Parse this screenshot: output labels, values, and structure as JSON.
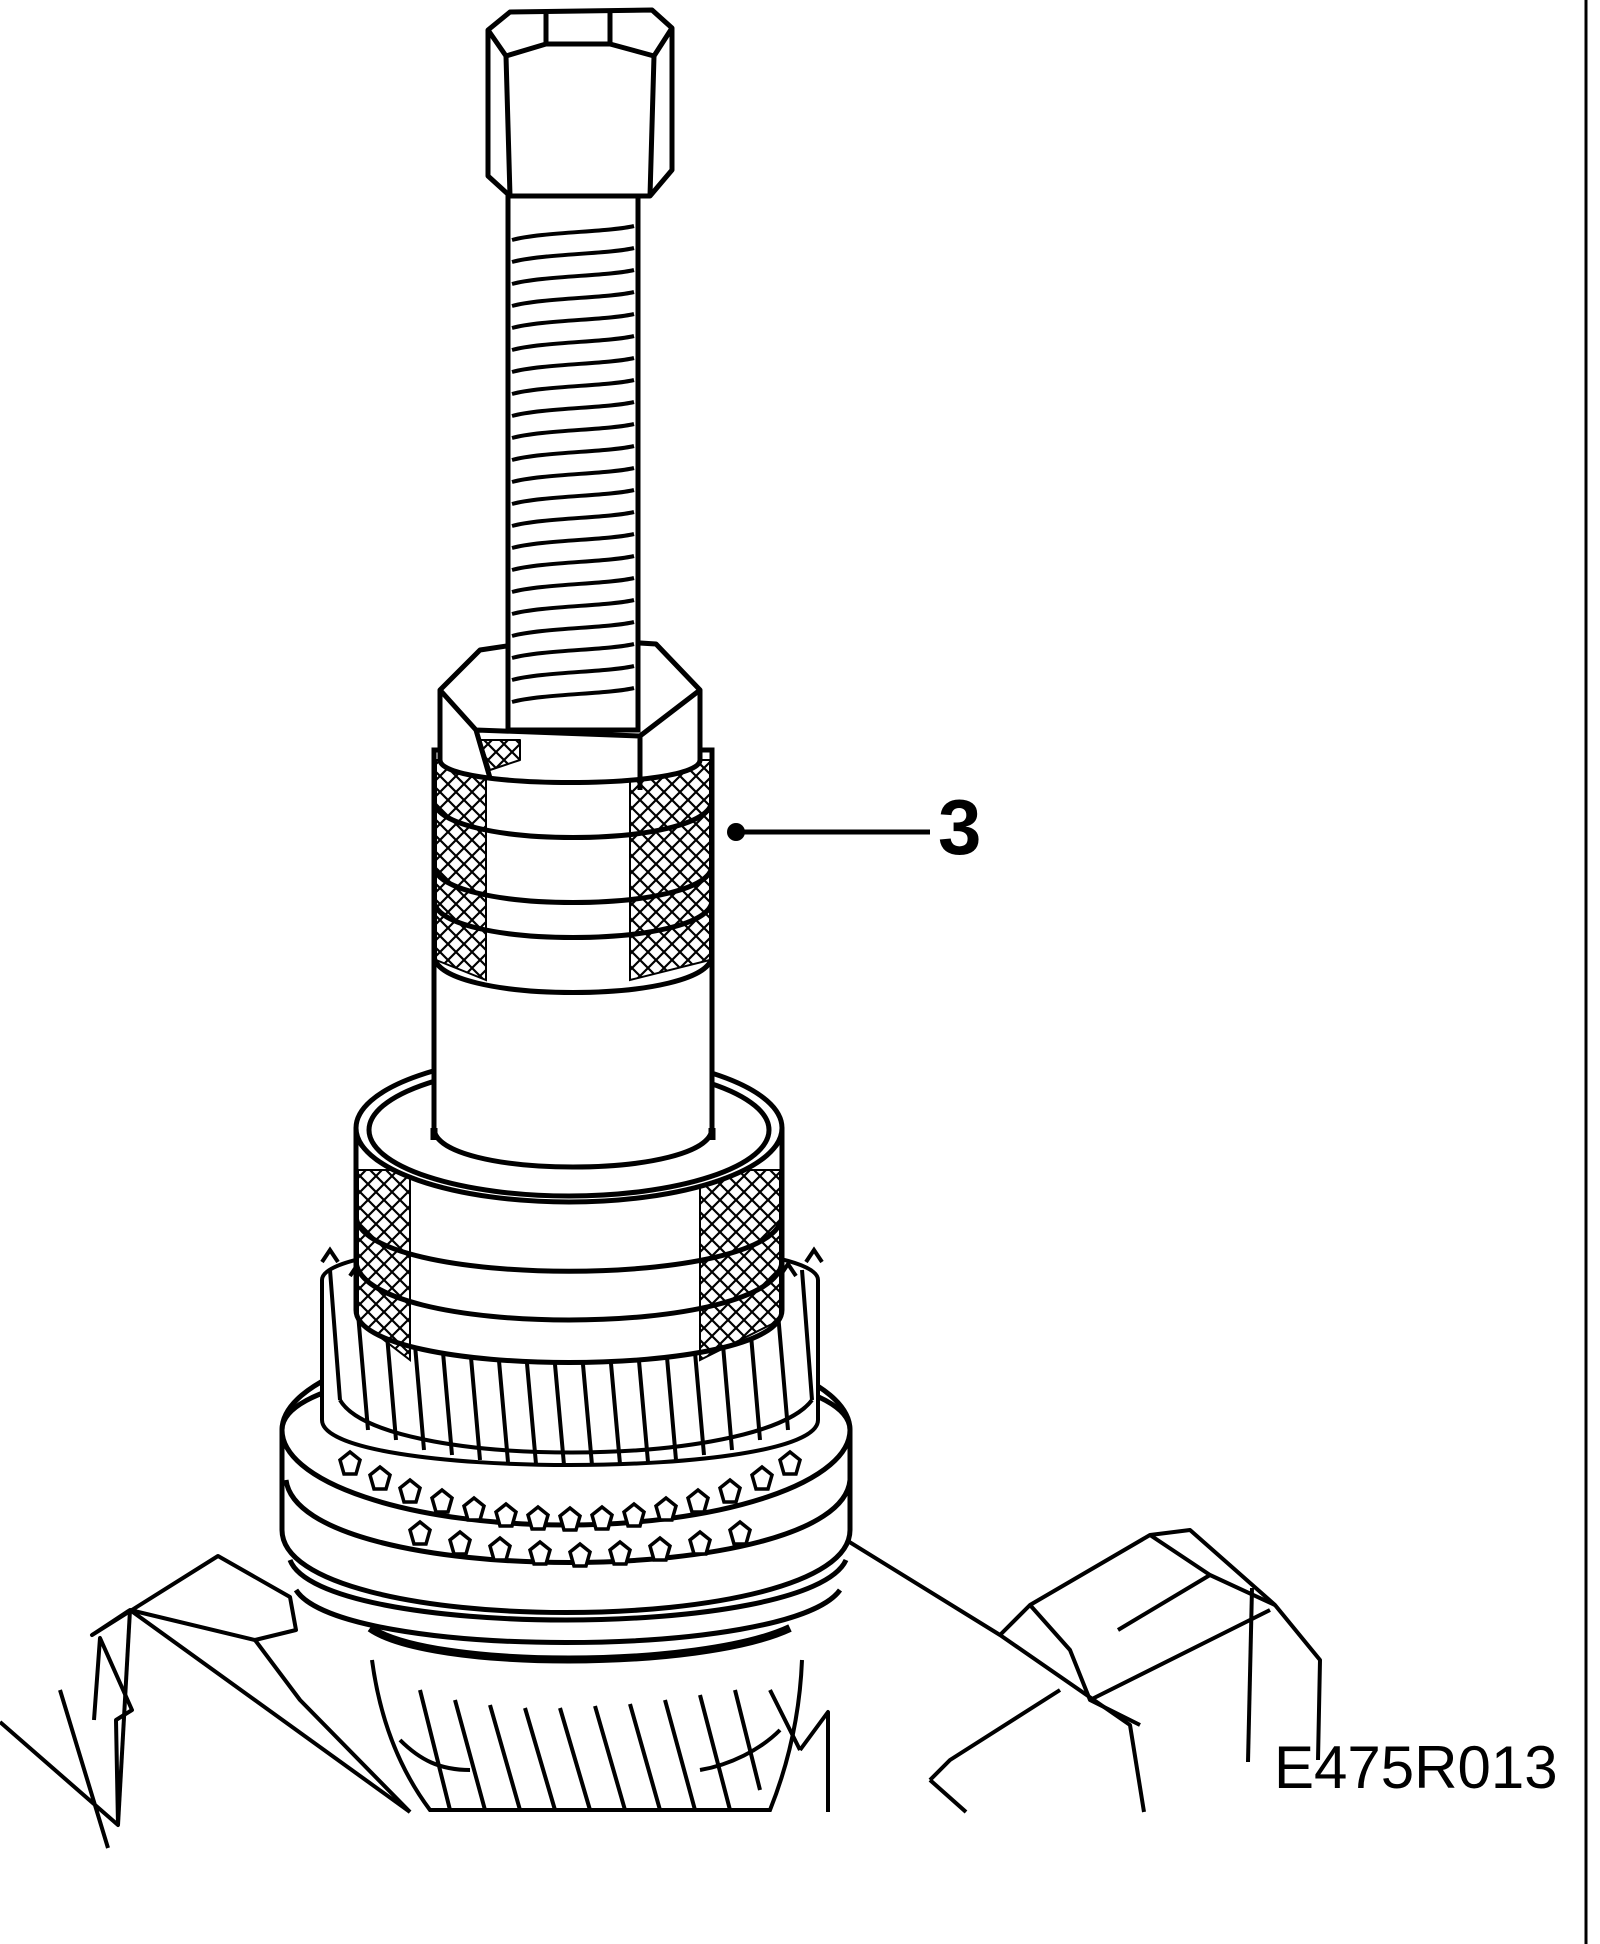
{
  "diagram": {
    "callouts": [
      {
        "id": "part-3",
        "label": "3"
      }
    ],
    "figure_code": "E475R013",
    "colors": {
      "ink": "#000000",
      "paper": "#ffffff"
    }
  }
}
